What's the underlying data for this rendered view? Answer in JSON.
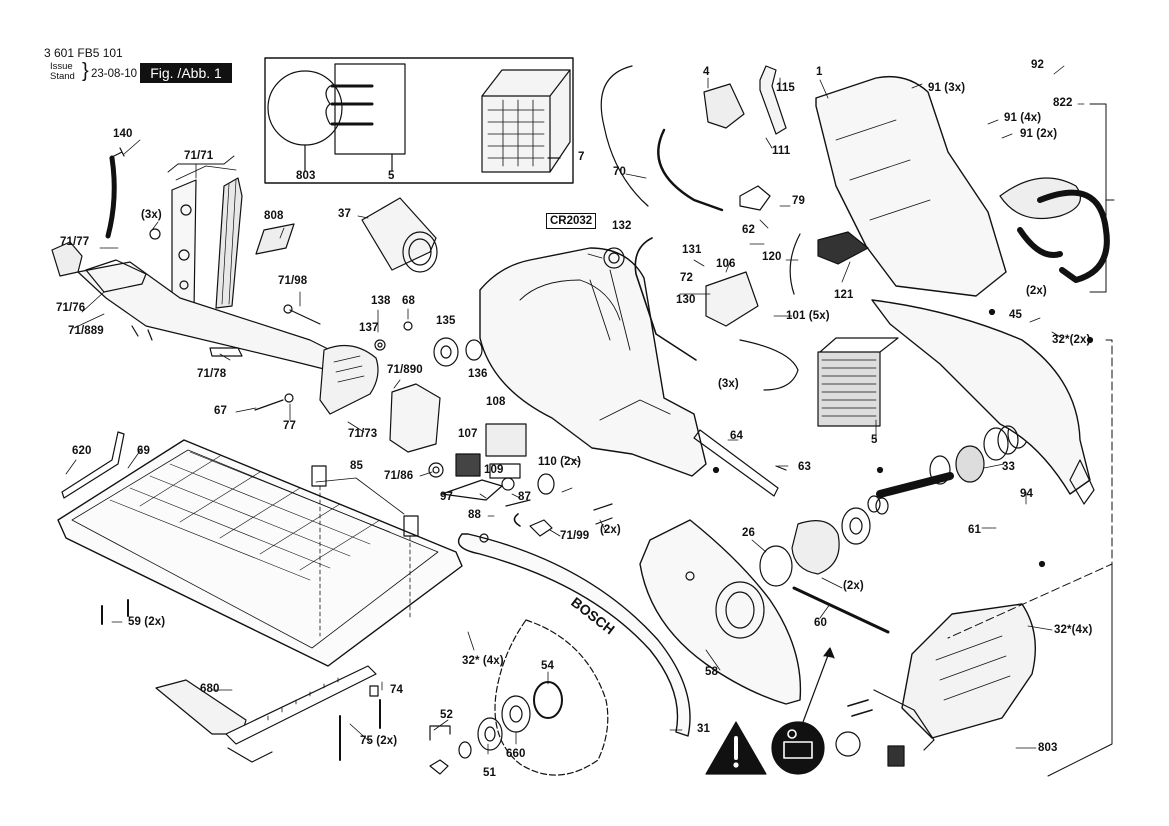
{
  "header": {
    "drawing_number": "3 601 FB5 101",
    "issue_label": "Issue",
    "stand_label": "Stand",
    "date": "23-08-10",
    "figure_label": "Fig. /Abb. 1"
  },
  "callouts": {
    "p140": "140",
    "p71_71": "71/71",
    "p3x_top": "(3x)",
    "p808": "808",
    "p71_77": "71/77",
    "p71_76": "71/76",
    "p71_889": "71/889",
    "p71_98": "71/98",
    "p138": "138",
    "p68": "68",
    "p137": "137",
    "p71_78": "71/78",
    "p71_890": "71/890",
    "p67": "67",
    "p77": "77",
    "p71_73": "71/73",
    "p620": "620",
    "p69": "69",
    "p85": "85",
    "p71_86": "71/86",
    "p59": "59 (2x)",
    "p680": "680",
    "p74": "74",
    "p75": "75 (2x)",
    "p52": "52",
    "p51": "51",
    "p660": "660",
    "p54": "54",
    "p31": "31",
    "p32_4x_left": "32* (4x)",
    "p58": "58",
    "p60": "60",
    "p803_top": "803",
    "p5_top": "5",
    "p7": "7",
    "p37": "37",
    "p70": "70",
    "p4": "4",
    "p115": "115",
    "p111": "111",
    "p1": "1",
    "p92": "92",
    "p91_3x": "91 (3x)",
    "p822": "822",
    "p91_4x": "91 (4x)",
    "p91_2x": "91 (2x)",
    "p79": "79",
    "p62": "62",
    "p120": "120",
    "p121": "121",
    "p132": "132",
    "p131": "131",
    "p72": "72",
    "p106": "106",
    "p130": "130",
    "p101": "101 (5x)",
    "p135": "135",
    "p136": "136",
    "p3x_mid": "(3x)",
    "p108": "108",
    "p107": "107",
    "p109": "109",
    "p110": "110 (2x)",
    "p64": "64",
    "p63": "63",
    "p97": "97",
    "p88": "88",
    "p87": "87",
    "p71_99": "71/99",
    "p2x_a": "(2x)",
    "p5_mid": "5",
    "p2x_right": "(2x)",
    "p45": "45",
    "p32_2x": "32*(2x)",
    "p33": "33",
    "p94": "94",
    "p61": "61",
    "p26": "26",
    "p2x_b": "(2x)",
    "p32_4x_right": "32*(4x)",
    "p803_bottom": "803",
    "cr2032": "CR2032",
    "bosch_label": "BOSCH"
  }
}
